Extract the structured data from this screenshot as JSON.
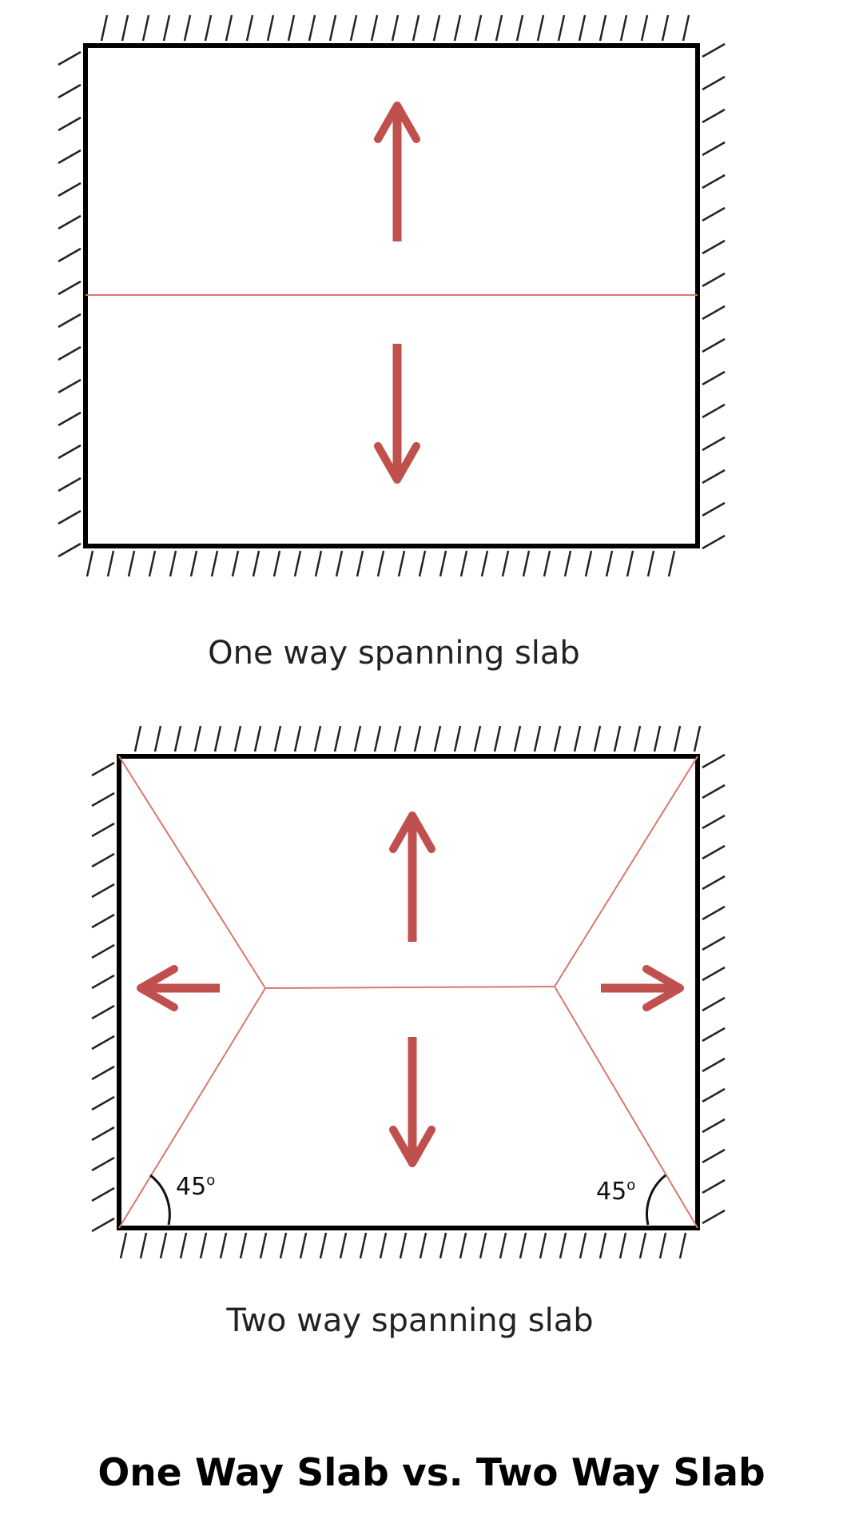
{
  "diagram_one": {
    "caption": "One way spanning slab"
  },
  "diagram_two": {
    "caption": "Two way spanning slab",
    "angle_left": "45",
    "angle_right": "45",
    "angle_unit": "o"
  },
  "title": "One Way Slab vs. Two Way Slab",
  "colors": {
    "outline": "#000000",
    "arrow": "#c0504d",
    "yield_line": "#d9776f"
  },
  "icons": [
    "fixed-support-hatching",
    "span-direction-arrow"
  ]
}
